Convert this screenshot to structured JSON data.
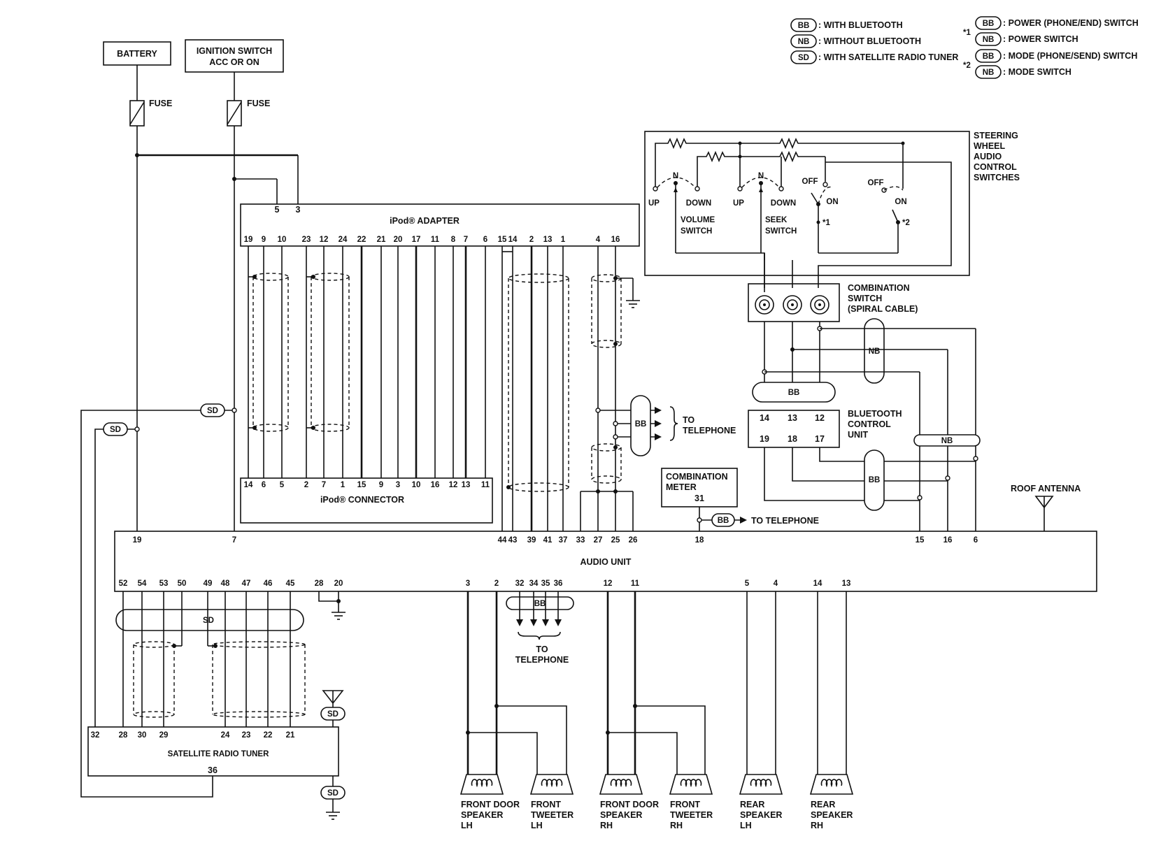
{
  "legend": {
    "bb_with": "WITH BLUETOOTH",
    "nb_without": "WITHOUT BLUETOOTH",
    "sd_with": "WITH SATELLITE RADIO TUNER",
    "note1_bb": "POWER (PHONE/END) SWITCH",
    "note1_nb": "POWER SWITCH",
    "note2_bb": "MODE (PHONE/SEND) SWITCH",
    "note2_nb": "MODE SWITCH",
    "star1": "*1",
    "star2": "*2"
  },
  "codes": {
    "bb": "BB",
    "nb": "NB",
    "sd": "SD"
  },
  "battery": "BATTERY",
  "ignition": {
    "line1": "IGNITION SWITCH",
    "line2": "ACC OR ON"
  },
  "fuse": "FUSE",
  "ipod_adapter": {
    "title": "iPod® ADAPTER",
    "top_pins": [
      "5",
      "3"
    ],
    "pins": [
      "19",
      "9",
      "10",
      "23",
      "12",
      "24",
      "22",
      "21",
      "20",
      "17",
      "11",
      "8",
      "7",
      "6",
      "15",
      "14",
      "2",
      "13",
      "1",
      "4",
      "16"
    ]
  },
  "ipod_connector": {
    "title": "iPod® CONNECTOR",
    "pins": [
      "14",
      "6",
      "5",
      "2",
      "7",
      "1",
      "15",
      "9",
      "3",
      "10",
      "16",
      "12",
      "13",
      "11"
    ]
  },
  "steering": {
    "title": [
      "STEERING",
      "WHEEL",
      "AUDIO",
      "CONTROL",
      "SWITCHES"
    ],
    "up": "UP",
    "down": "DOWN",
    "n": "N",
    "off": "OFF",
    "on": "ON",
    "volume": [
      "VOLUME",
      "SWITCH"
    ],
    "seek": [
      "SEEK",
      "SWITCH"
    ]
  },
  "combination_switch": [
    "COMBINATION",
    "SWITCH",
    "(SPIRAL CABLE)"
  ],
  "bluetooth_unit": {
    "title": [
      "BLUETOOTH",
      "CONTROL",
      "UNIT"
    ],
    "top_pins": [
      "14",
      "13",
      "12"
    ],
    "bottom_pins": [
      "19",
      "18",
      "17"
    ]
  },
  "to_telephone": "TO TELEPHONE",
  "to": "TO",
  "telephone": "TELEPHONE",
  "combination_meter": {
    "line1": "COMBINATION",
    "line2": "METER",
    "pin": "31"
  },
  "roof_antenna": "ROOF ANTENNA",
  "audio_unit": {
    "title": "AUDIO UNIT",
    "top_pins": [
      "19",
      "7",
      "44",
      "43",
      "39",
      "41",
      "37",
      "33",
      "27",
      "25",
      "26",
      "18",
      "15",
      "16",
      "6"
    ],
    "bottom_pins": [
      "52",
      "54",
      "53",
      "50",
      "49",
      "48",
      "47",
      "46",
      "45",
      "28",
      "20",
      "3",
      "2",
      "32",
      "34",
      "35",
      "36",
      "12",
      "11",
      "5",
      "4",
      "14",
      "13"
    ]
  },
  "satellite_tuner": {
    "title": "SATELLITE RADIO TUNER",
    "pins": [
      "32",
      "28",
      "30",
      "29",
      "24",
      "23",
      "22",
      "21"
    ],
    "bottom_pin": "36"
  },
  "speakers": [
    {
      "lines": [
        "FRONT DOOR",
        "SPEAKER",
        "LH"
      ]
    },
    {
      "lines": [
        "FRONT",
        "TWEETER",
        "LH"
      ]
    },
    {
      "lines": [
        "FRONT DOOR",
        "SPEAKER",
        "RH"
      ]
    },
    {
      "lines": [
        "FRONT",
        "TWEETER",
        "RH"
      ]
    },
    {
      "lines": [
        "REAR",
        "SPEAKER",
        "LH"
      ]
    },
    {
      "lines": [
        "REAR",
        "SPEAKER",
        "RH"
      ]
    }
  ]
}
